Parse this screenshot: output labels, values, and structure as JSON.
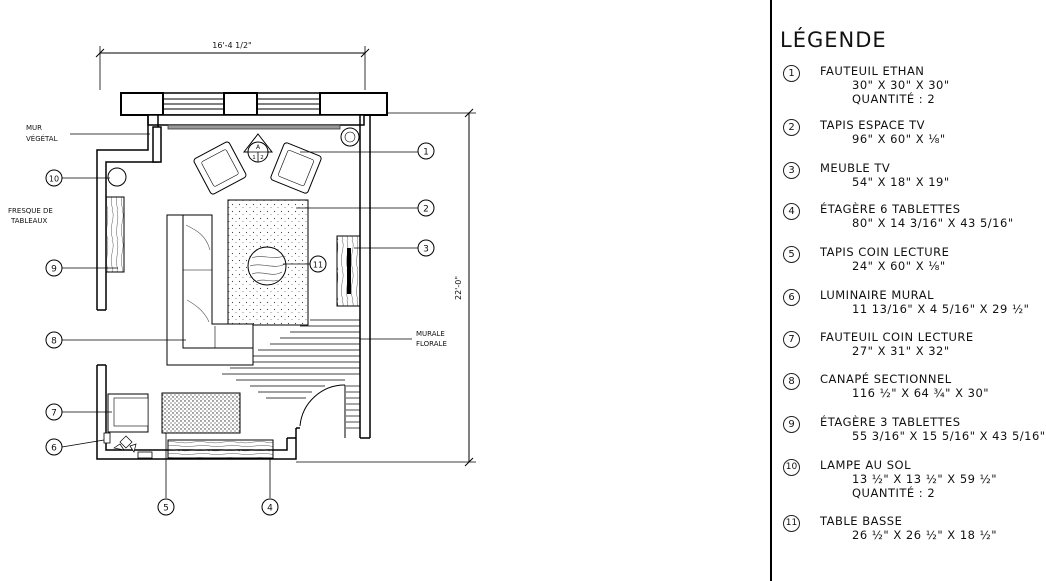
{
  "plan": {
    "dimension_width": "16'-4 1/2\"",
    "dimension_height": "22'-0\"",
    "labels": {
      "mur_vegetal_1": "MUR",
      "mur_vegetal_2": "VÉGÉTAL",
      "fresque_1": "FRESQUE DE",
      "fresque_2": "TABLEAUX",
      "murale_1": "MURALE",
      "murale_2": "FLORALE",
      "marker_a": "A",
      "marker_1": "1",
      "marker_2": "2"
    },
    "callouts": [
      {
        "num": "1"
      },
      {
        "num": "2"
      },
      {
        "num": "3"
      },
      {
        "num": "4"
      },
      {
        "num": "5"
      },
      {
        "num": "6"
      },
      {
        "num": "7"
      },
      {
        "num": "8"
      },
      {
        "num": "9"
      },
      {
        "num": "10"
      },
      {
        "num": "11"
      }
    ]
  },
  "legend": {
    "title": "LÉGENDE",
    "items": [
      {
        "num": "1",
        "name": "FAUTEUIL ETHAN",
        "dim": "30\" X 30\" X 30\"",
        "qty": "QUANTITÉ : 2"
      },
      {
        "num": "2",
        "name": "TAPIS ESPACE TV",
        "dim": "96\" X 60\" X ⅛\""
      },
      {
        "num": "3",
        "name": "MEUBLE TV",
        "dim": "54\" X 18\" X 19\""
      },
      {
        "num": "4",
        "name": "ÉTAGÈRE 6 TABLETTES",
        "dim": "80\" X 14 3/16\" X 43 5/16\""
      },
      {
        "num": "5",
        "name": "TAPIS COIN LECTURE",
        "dim": "24\" X 60\" X ⅛\""
      },
      {
        "num": "6",
        "name": "LUMINAIRE MURAL",
        "dim": "11 13/16\" X 4 5/16\" X 29 ½\""
      },
      {
        "num": "7",
        "name": "FAUTEUIL COIN LECTURE",
        "dim": "27\" X 31\" X 32\""
      },
      {
        "num": "8",
        "name": "CANAPÉ SECTIONNEL",
        "dim": "116 ½\" X 64 ¾\" X 30\""
      },
      {
        "num": "9",
        "name": "ÉTAGÈRE 3 TABLETTES",
        "dim": "55 3/16\" X 15 5/16\" X 43 5/16\""
      },
      {
        "num": "10",
        "name": "LAMPE AU SOL",
        "dim": "13 ½\" X 13 ½\" X 59 ½\"",
        "qty": "QUANTITÉ : 2"
      },
      {
        "num": "11",
        "name": "TABLE BASSE",
        "dim": "26 ½\" X 26 ½\" X 18 ½\""
      }
    ]
  }
}
